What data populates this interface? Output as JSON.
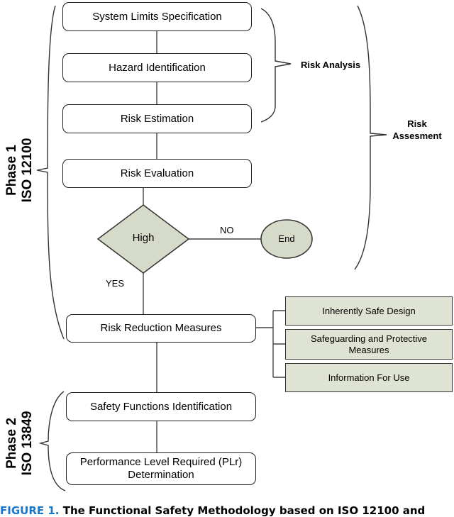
{
  "boxes": {
    "system_limits": "System Limits Specification",
    "hazard_identification": "Hazard Identification",
    "risk_estimation": "Risk Estimation",
    "risk_evaluation": "Risk Evaluation",
    "risk_reduction": "Risk Reduction Measures",
    "safety_functions": "Safety Functions Identification",
    "performance_level": "Performance Level Required (PLr) Determination"
  },
  "decision": {
    "label": "High",
    "no_label": "NO",
    "yes_label": "YES",
    "end_label": "End"
  },
  "measures": [
    "Inherently Safe Design",
    "Safeguarding and Protective Measures",
    "Information For Use"
  ],
  "brackets": {
    "risk_analysis": "Risk Analysis",
    "risk_assessment": "Risk Assesment"
  },
  "phases": {
    "phase1": "Phase 1\nISO 12100",
    "phase2": "Phase 2\nISO 13849"
  },
  "caption": {
    "figure": "FIGURE 1.",
    "text": "The Functional Safety Methodology based on ISO 12100 and"
  },
  "colors": {
    "measure_fill": "#dfe3d3",
    "decision_fill": "#d6dbc9",
    "caption_accent": "#1a76c9"
  }
}
